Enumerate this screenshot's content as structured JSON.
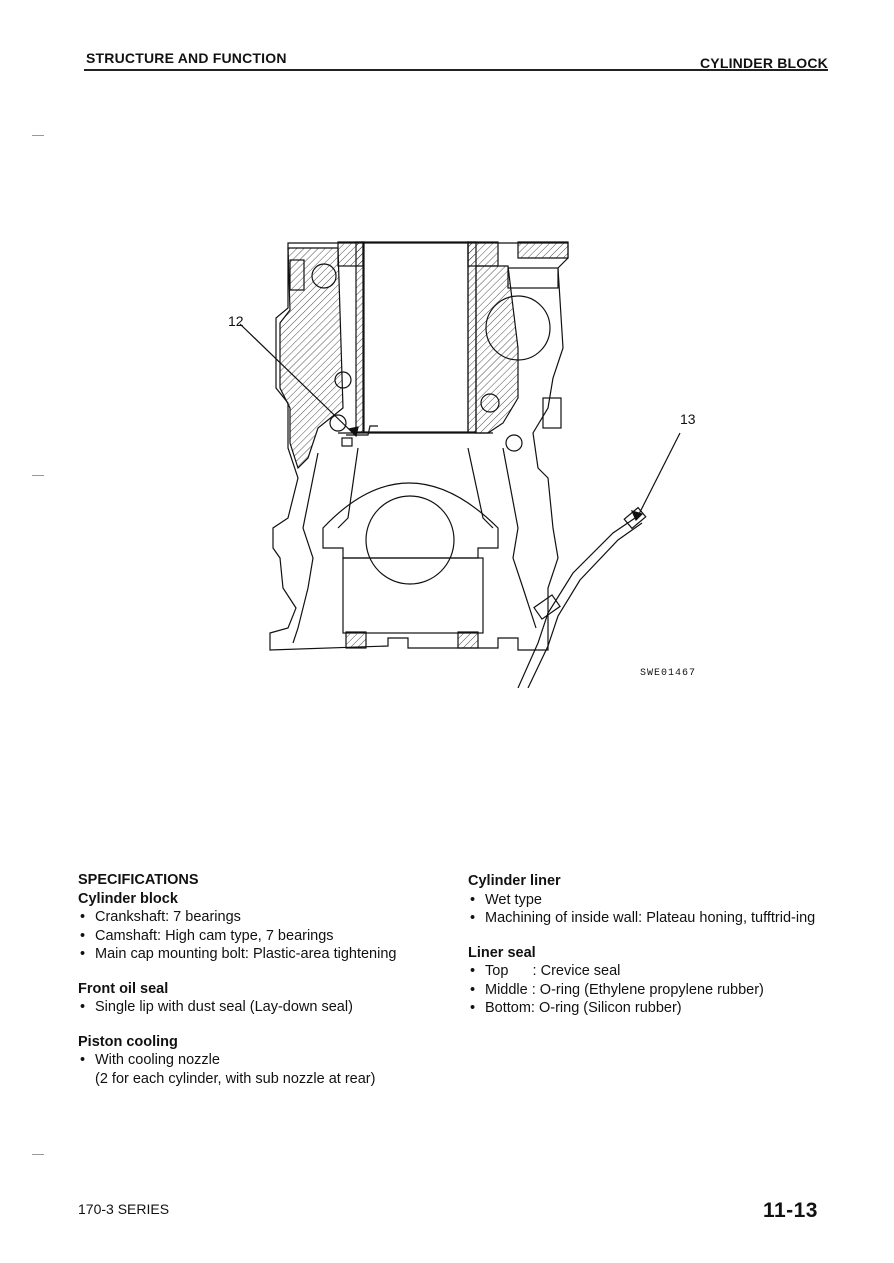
{
  "header": {
    "left": "STRUCTURE AND FUNCTION",
    "right": "CYLINDER BLOCK"
  },
  "figure": {
    "code": "SWE01467",
    "callouts": [
      "12",
      "13"
    ]
  },
  "left_column": {
    "specs_title": "SPECIFICATIONS",
    "cylinder_block": {
      "heading": "Cylinder block",
      "items": [
        "Crankshaft: 7 bearings",
        "Camshaft: High cam type, 7 bearings",
        "Main cap mounting bolt: Plastic-area tightening"
      ]
    },
    "front_oil_seal": {
      "heading": "Front oil seal",
      "items": [
        "Single lip with dust seal (Lay-down seal)"
      ]
    },
    "piston_cooling": {
      "heading": "Piston cooling",
      "items": [
        "With cooling nozzle"
      ],
      "note": "(2 for each cylinder, with sub nozzle at rear)"
    }
  },
  "right_column": {
    "cylinder_liner": {
      "heading": "Cylinder liner",
      "items": [
        "Wet type",
        "Machining of inside wall: Plateau honing, tufftrid-ing"
      ]
    },
    "liner_seal": {
      "heading": "Liner seal",
      "items": [
        "Top      : Crevice seal",
        "Middle : O-ring (Ethylene propylene rubber)",
        "Bottom: O-ring (Silicon rubber)"
      ]
    }
  },
  "footer": {
    "series": "170-3 SERIES",
    "page": "11-13"
  }
}
